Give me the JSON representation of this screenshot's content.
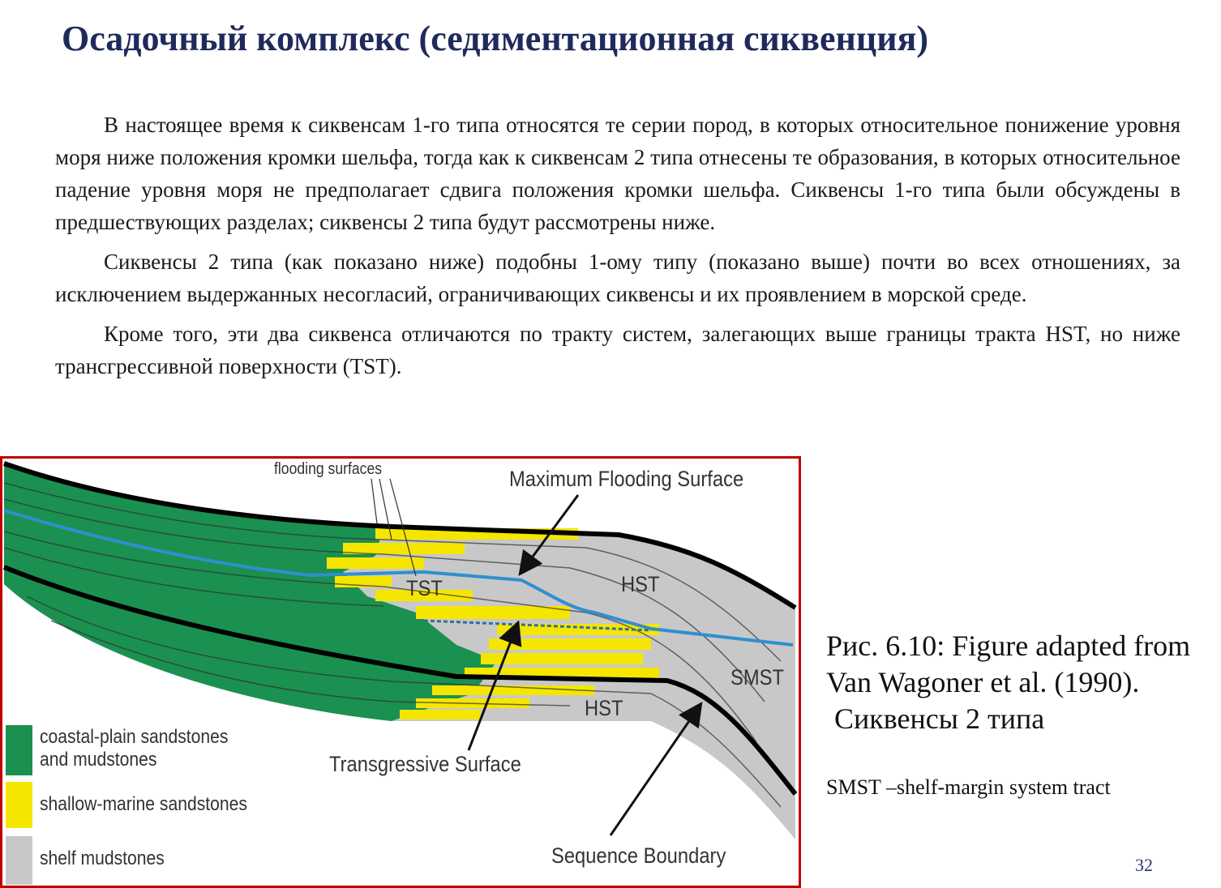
{
  "slide": {
    "title": "Осадочный комплекс (седиментационная сиквенция)",
    "paragraphs": [
      "В настоящее время к сиквенсам 1-го типа относятся те серии пород, в которых относительное понижение  уровня моря ниже положения кромки шельфа, тогда как к сиквенсам 2 типа отнесены те образования, в которых относительное падение уровня моря не предполагает сдвига положения кромки шельфа. Сиквенсы 1-го типа были обсуждены в предшествующих разделах; сиквенсы 2 типа будут рассмотрены ниже.",
      "Сиквенсы 2 типа (как показано ниже) подобны 1-ому типу (показано выше) почти во всех отношениях, за исключением выдержанных несогласий, ограничивающих сиквенсы и их проявлением в морской среде.",
      "Кроме того, эти два сиквенса  отличаются по тракту систем, залегающих выше границы тракта HST, но ниже трансгрессивной поверхности (TST)."
    ],
    "page_number": "32"
  },
  "figure": {
    "labels": {
      "flooding_surfaces": "flooding surfaces",
      "max_flooding_surface": "Maximum Flooding Surface",
      "tst": "TST",
      "hst_upper": "HST",
      "smst": "SMST",
      "hst_lower": "HST",
      "transgressive_surface": "Transgressive Surface",
      "sequence_boundary": "Sequence Boundary"
    },
    "legend": [
      {
        "label_1": "coastal-plain sandstones",
        "label_2": "and mudstones",
        "color": "#1a9150"
      },
      {
        "label_1": "shallow-marine sandstones",
        "color": "#f5e600"
      },
      {
        "label_1": "shelf mudstones",
        "color": "#c8c8c8"
      }
    ],
    "border_color": "#c00000"
  },
  "caption": {
    "line1": "Рис. 6.10: Figure adapted from",
    "line2": "Van Wagoner et al. (1990).",
    "line3": "Сиквенсы 2 типа",
    "note": "SMST –shelf-margin  system  tract"
  }
}
